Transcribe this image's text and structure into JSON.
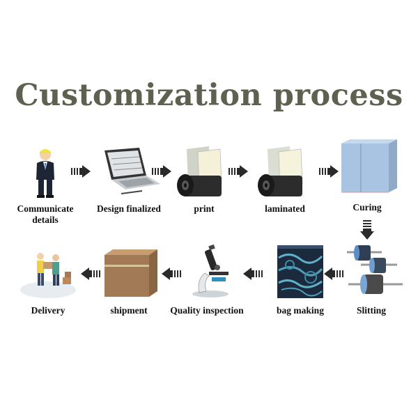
{
  "title": "Customization process",
  "steps": [
    {
      "label": "Communicate details",
      "icon": "person-icon"
    },
    {
      "label": "Design finalized",
      "icon": "laptop-icon"
    },
    {
      "label": "print",
      "icon": "print-roll-icon"
    },
    {
      "label": "laminated",
      "icon": "laminated-roll-icon"
    },
    {
      "label": "Curing",
      "icon": "curing-box-icon"
    },
    {
      "label": "Slitting",
      "icon": "slitting-rollers-icon"
    },
    {
      "label": "bag making",
      "icon": "bag-icon"
    },
    {
      "label": "Quality inspection",
      "icon": "microscope-icon"
    },
    {
      "label": "shipment",
      "icon": "box-icon"
    },
    {
      "label": "Delivery",
      "icon": "delivery-icon"
    }
  ],
  "colors": {
    "title": "#5f6150",
    "arrow": "#2a2a2a"
  }
}
